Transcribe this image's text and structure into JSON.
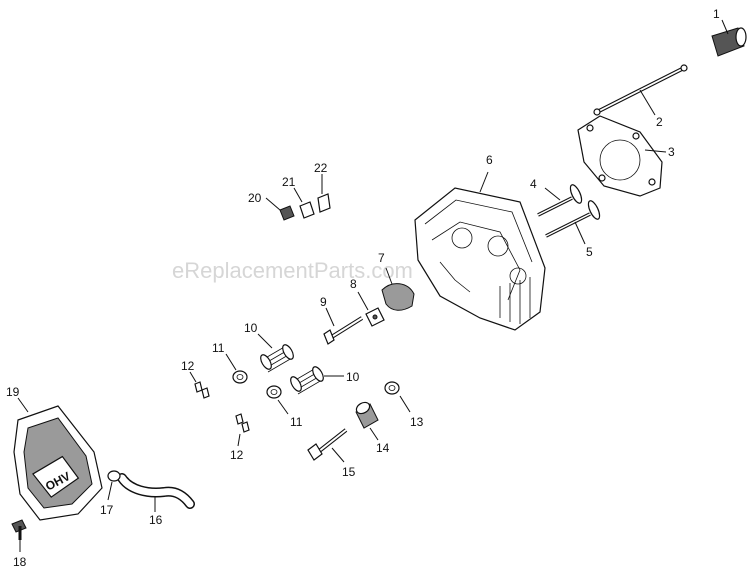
{
  "watermark": "eReplacementParts.com",
  "callouts": {
    "c1": "1",
    "c2": "2",
    "c3": "3",
    "c4": "4",
    "c5": "5",
    "c6": "6",
    "c7": "7",
    "c8": "8",
    "c9": "9",
    "c10a": "10",
    "c10b": "10",
    "c11a": "11",
    "c11b": "11",
    "c12a": "12",
    "c12b": "12",
    "c13": "13",
    "c14": "14",
    "c15": "15",
    "c16": "16",
    "c17": "17",
    "c18": "18",
    "c19": "19",
    "c20": "20",
    "c21": "21",
    "c22": "22"
  },
  "cover_lettering": "OHV"
}
